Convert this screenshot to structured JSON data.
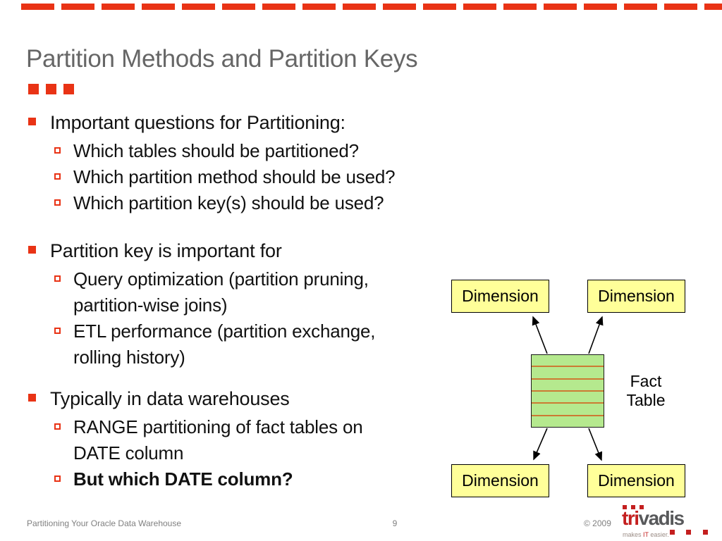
{
  "slide": {
    "title": "Partition Methods and Partition Keys",
    "groups": [
      {
        "title": "Important questions for Partitioning:",
        "items": [
          {
            "lines": [
              "Which tables should be partitioned?"
            ]
          },
          {
            "lines": [
              "Which partition method should be used?"
            ]
          },
          {
            "lines": [
              "Which partition key(s) should be used?"
            ]
          }
        ]
      },
      {
        "title": "Partition key is important for",
        "items": [
          {
            "lines": [
              "Query optimization (partition pruning,",
              "partition-wise joins)"
            ]
          },
          {
            "lines": [
              "ETL performance (partition exchange,",
              "rolling history)"
            ]
          }
        ]
      },
      {
        "title": "Typically in data warehouses",
        "items": [
          {
            "lines": [
              "RANGE partitioning of fact tables on",
              "DATE column"
            ]
          },
          {
            "lines": [
              "But which DATE column?"
            ],
            "bold": true
          }
        ]
      }
    ],
    "diagram": {
      "boxes": [
        {
          "label": "Dimension",
          "pos": "tl"
        },
        {
          "label": "Dimension",
          "pos": "tr"
        },
        {
          "label": "Dimension",
          "pos": "bl"
        },
        {
          "label": "Dimension",
          "pos": "br"
        }
      ],
      "fact_label_lines": [
        "Fact",
        "Table"
      ],
      "fact_row_count": 6
    },
    "footer": {
      "left": "Partitioning Your Oracle Data Warehouse",
      "page": "9",
      "copyright": "© 2009",
      "logo": {
        "red_part": "tri",
        "gray_part": "vadis",
        "tagline_pre": "makes ",
        "tagline_it": "IT",
        "tagline_post": " easier."
      }
    },
    "colors": {
      "accent_red": "#e93315",
      "title_gray": "#666666",
      "box_yellow": "#ffff99",
      "fact_green": "#b5e98e",
      "fact_line": "#cc7a33",
      "footer_gray": "#808080",
      "logo_red": "#c41f1f",
      "logo_gray": "#58595b"
    }
  }
}
